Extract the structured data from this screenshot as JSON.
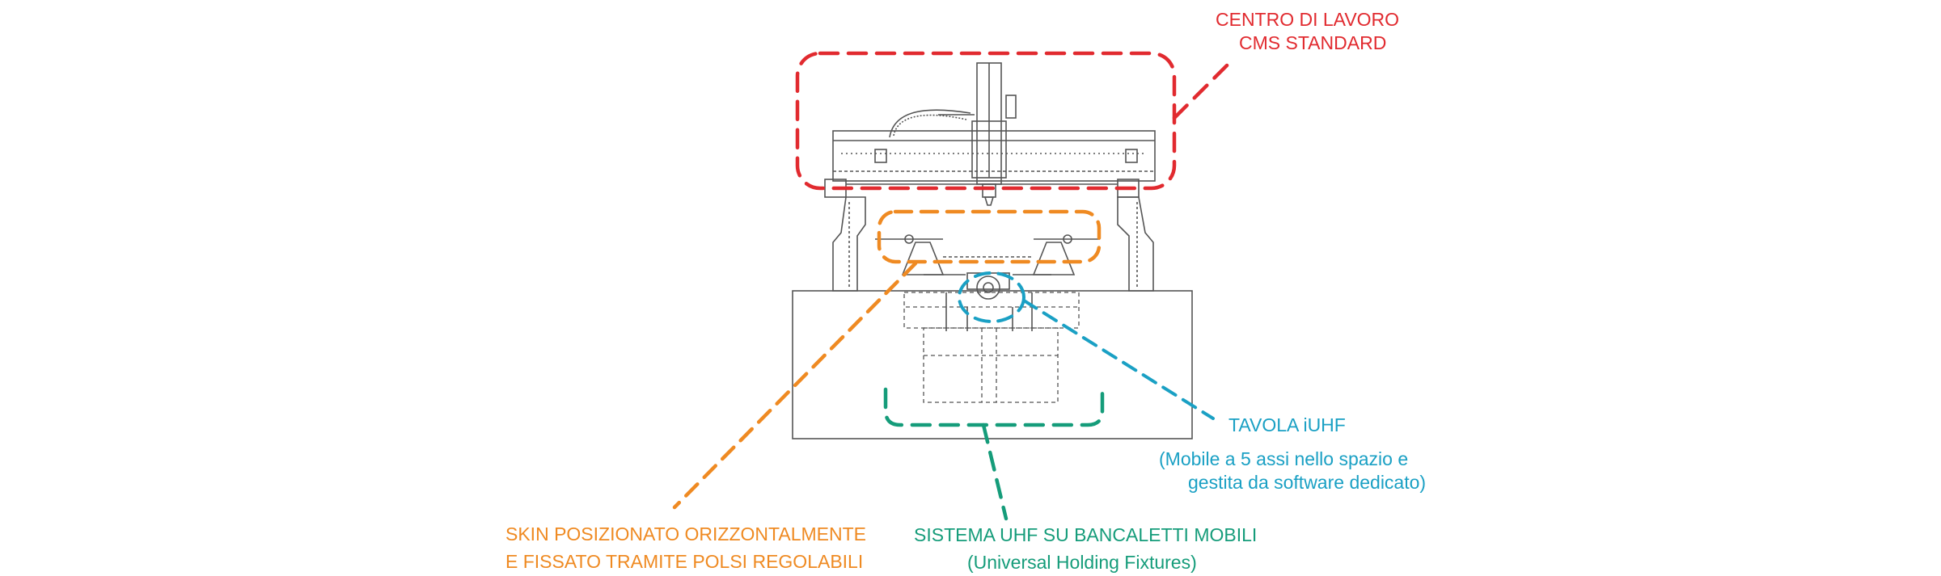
{
  "colors": {
    "red": "#e12a2f",
    "orange": "#ef8a22",
    "green": "#159c7a",
    "cyan": "#1aa0c4",
    "drawing": "#555555"
  },
  "labels": {
    "cms_line1": "CENTRO DI LAVORO",
    "cms_line2": "CMS STANDARD",
    "iuhf_title": "TAVOLA iUHF",
    "iuhf_line1": "(Mobile a 5 assi nello spazio e",
    "iuhf_line2": "gestita da software dedicato)",
    "skin_line1": "SKIN POSIZIONATO ORIZZONTALMENTE",
    "skin_line2": "E FISSATO TRAMITE POLSI REGOLABILI",
    "uhf_line1": "SISTEMA UHF SU BANCALETTI MOBILI",
    "uhf_line2": "(Universal Holding Fixtures)"
  }
}
